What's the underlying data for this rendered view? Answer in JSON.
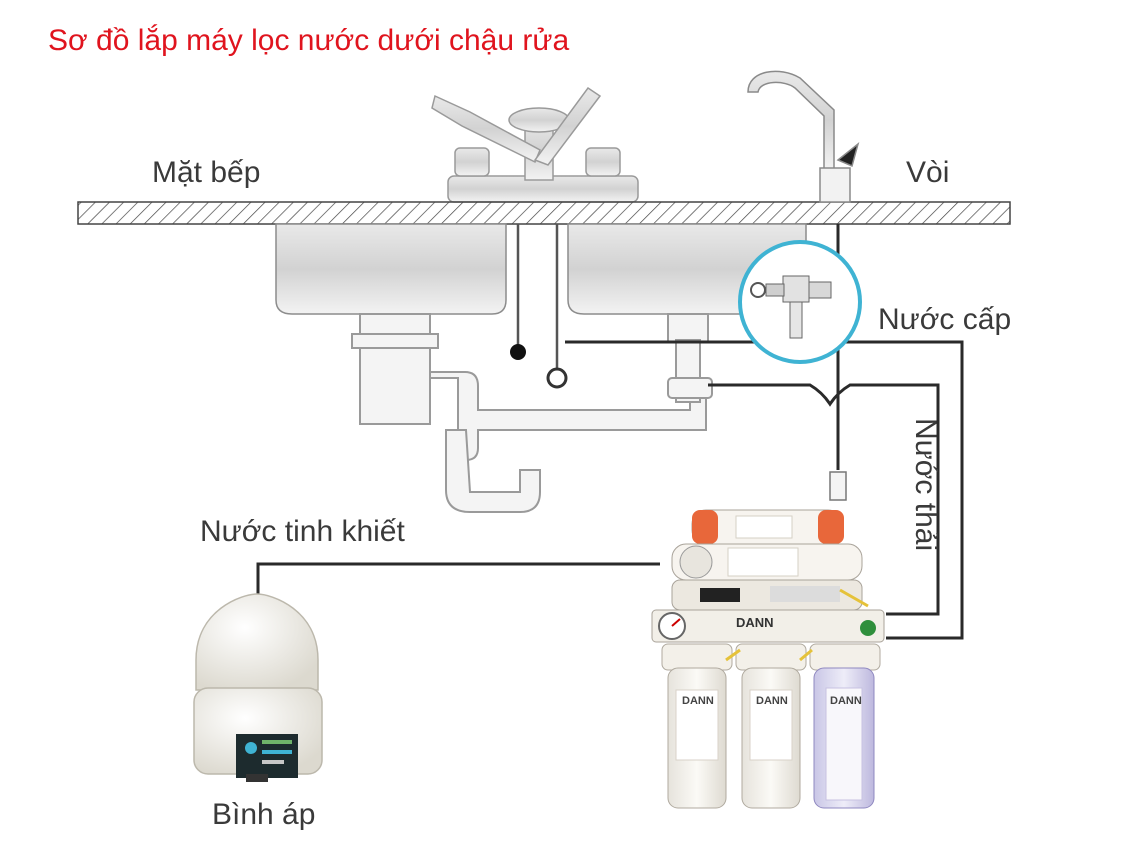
{
  "title": "Sơ đồ lắp máy lọc nước dưới chậu rửa",
  "labels": {
    "countertop": "Mặt bếp",
    "faucet": "Vòi",
    "feed_water": "Nước cấp",
    "waste_water": "Nước thải",
    "pure_water": "Nước tinh khiết",
    "pressure_tank": "Bình áp"
  },
  "brand": "DANN",
  "colors": {
    "title": "#e0141e",
    "label": "#3a3a3a",
    "line": "#2a2a2a",
    "inset_ring": "#3fb3d3",
    "membrane_cap": "#e8673a",
    "tank_body": "#f2f0ea"
  }
}
